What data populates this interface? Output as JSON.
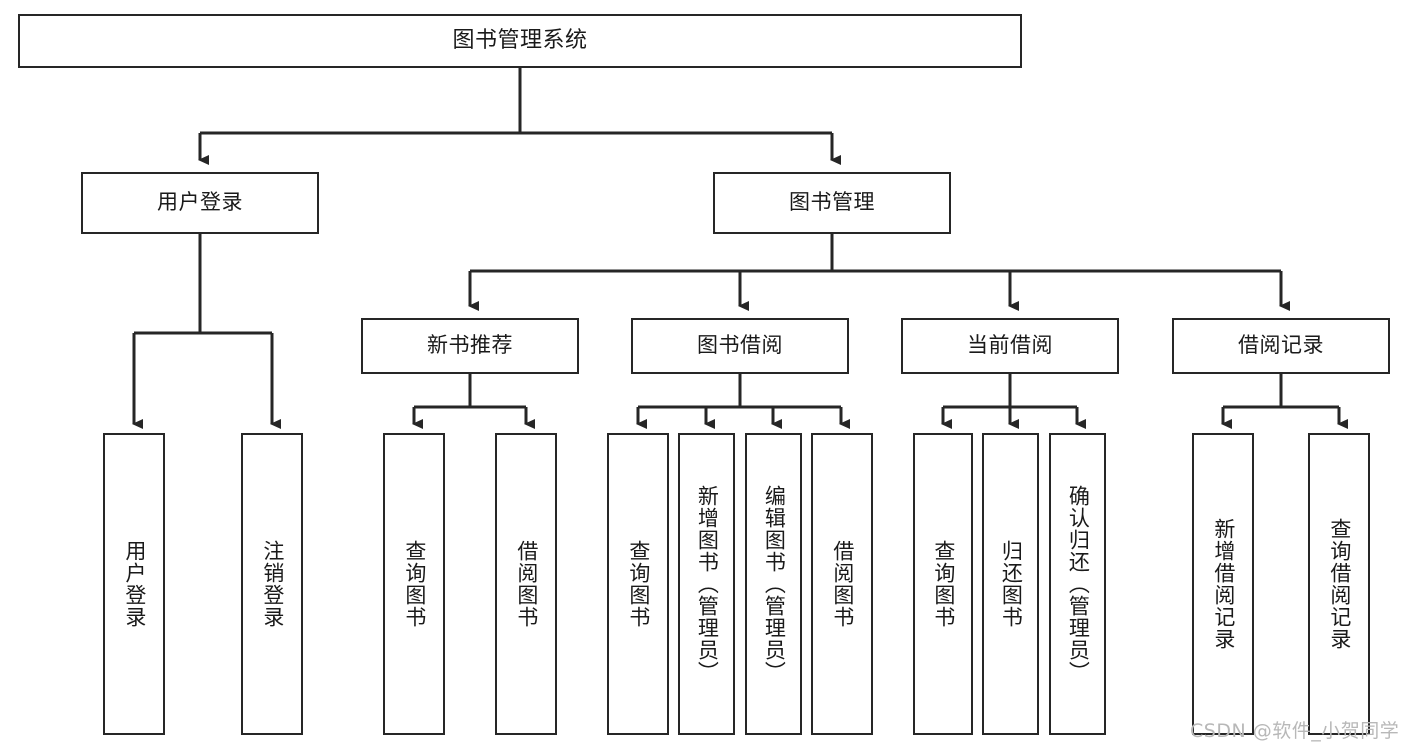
{
  "diagram": {
    "title": "图书管理系统",
    "type": "hierarchy-tree",
    "colors": {
      "stroke": "#262626",
      "box_fill": "#ffffff",
      "text": "#1a1a1a",
      "background": "#ffffff",
      "watermark": "#b8b8b8"
    },
    "levels": {
      "root": {
        "label": "图书管理系统"
      },
      "level2": [
        {
          "label": "用户登录"
        },
        {
          "label": "图书管理"
        }
      ],
      "level3": [
        {
          "label": "新书推荐"
        },
        {
          "label": "图书借阅"
        },
        {
          "label": "当前借阅"
        },
        {
          "label": "借阅记录"
        }
      ],
      "leaves": [
        {
          "label": "用户登录",
          "parent": "用户登录"
        },
        {
          "label": "注销登录",
          "parent": "用户登录"
        },
        {
          "label": "查询图书",
          "parent": "新书推荐"
        },
        {
          "label": "借阅图书",
          "parent": "新书推荐"
        },
        {
          "label": "查询图书",
          "parent": "图书借阅"
        },
        {
          "label": "新增图书（管理员）",
          "parent": "图书借阅"
        },
        {
          "label": "编辑图书（管理员）",
          "parent": "图书借阅"
        },
        {
          "label": "借阅图书",
          "parent": "图书借阅"
        },
        {
          "label": "查询图书",
          "parent": "当前借阅"
        },
        {
          "label": "归还图书",
          "parent": "当前借阅"
        },
        {
          "label": "确认归还（管理员）",
          "parent": "当前借阅"
        },
        {
          "label": "新增借阅记录",
          "parent": "借阅记录"
        },
        {
          "label": "查询借阅记录",
          "parent": "借阅记录"
        }
      ]
    },
    "watermark": "CSDN @软件_小贺同学"
  }
}
